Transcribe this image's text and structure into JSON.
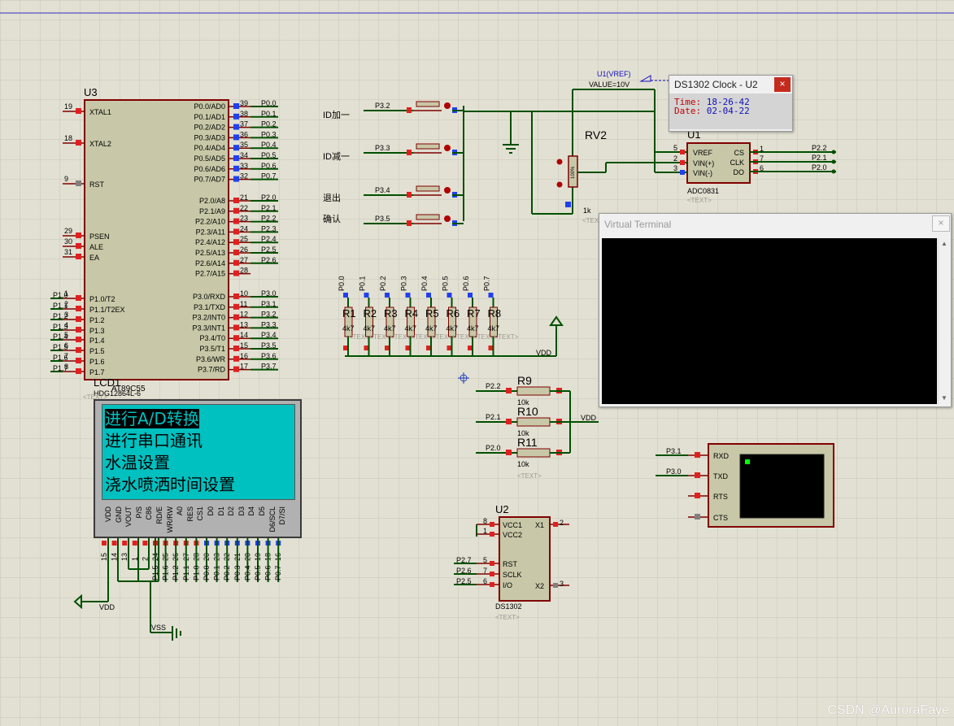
{
  "u3": {
    "ref": "U3",
    "part": "AT89C55",
    "left_pins": [
      {
        "num": "19",
        "name": "XTAL1"
      },
      {
        "num": "18",
        "name": "XTAL2"
      },
      {
        "num": "9",
        "name": "RST"
      },
      {
        "num": "29",
        "name": "PSEN"
      },
      {
        "num": "30",
        "name": "ALE"
      },
      {
        "num": "31",
        "name": "EA"
      },
      {
        "num": "1",
        "name": "P1.0/T2",
        "net": "P1.0"
      },
      {
        "num": "2",
        "name": "P1.1/T2EX",
        "net": "P1.1"
      },
      {
        "num": "3",
        "name": "P1.2",
        "net": "P1.2"
      },
      {
        "num": "4",
        "name": "P1.3",
        "net": "P1.3"
      },
      {
        "num": "5",
        "name": "P1.4",
        "net": "P1.4"
      },
      {
        "num": "6",
        "name": "P1.5",
        "net": "P1.5"
      },
      {
        "num": "7",
        "name": "P1.6",
        "net": "P1.6"
      },
      {
        "num": "8",
        "name": "P1.7",
        "net": "P1.7"
      }
    ],
    "right_pins": [
      {
        "num": "39",
        "name": "P0.0/AD0",
        "net": "P0.0"
      },
      {
        "num": "38",
        "name": "P0.1/AD1",
        "net": "P0.1"
      },
      {
        "num": "37",
        "name": "P0.2/AD2",
        "net": "P0.2"
      },
      {
        "num": "36",
        "name": "P0.3/AD3",
        "net": "P0.3"
      },
      {
        "num": "35",
        "name": "P0.4/AD4",
        "net": "P0.4"
      },
      {
        "num": "34",
        "name": "P0.5/AD5",
        "net": "P0.5"
      },
      {
        "num": "33",
        "name": "P0.6/AD6",
        "net": "P0.6"
      },
      {
        "num": "32",
        "name": "P0.7/AD7",
        "net": "P0.7"
      },
      {
        "num": "21",
        "name": "P2.0/A8",
        "net": "P2.0"
      },
      {
        "num": "22",
        "name": "P2.1/A9",
        "net": "P2.1"
      },
      {
        "num": "23",
        "name": "P2.2/A10",
        "net": "P2.2"
      },
      {
        "num": "24",
        "name": "P2.3/A11",
        "net": "P2.3"
      },
      {
        "num": "25",
        "name": "P2.4/A12",
        "net": "P2.4"
      },
      {
        "num": "26",
        "name": "P2.5/A13",
        "net": "P2.5"
      },
      {
        "num": "27",
        "name": "P2.6/A14",
        "net": "P2.6"
      },
      {
        "num": "28",
        "name": "P2.7/A15",
        "net": ""
      },
      {
        "num": "10",
        "name": "P3.0/RXD",
        "net": "P3.0"
      },
      {
        "num": "11",
        "name": "P3.1/TXD",
        "net": "P3.1"
      },
      {
        "num": "12",
        "name": "P3.2/INT0",
        "net": "P3.2"
      },
      {
        "num": "13",
        "name": "P3.3/INT1",
        "net": "P3.3"
      },
      {
        "num": "14",
        "name": "P3.4/T0",
        "net": "P3.4"
      },
      {
        "num": "15",
        "name": "P3.5/T1",
        "net": "P3.5"
      },
      {
        "num": "16",
        "name": "P3.6/WR",
        "net": "P3.6"
      },
      {
        "num": "17",
        "name": "P3.7/RD",
        "net": "P3.7"
      }
    ]
  },
  "buttons": [
    {
      "label": "ID加一",
      "net": "P3.2"
    },
    {
      "label": "ID减一",
      "net": "P3.3"
    },
    {
      "label": "退出",
      "net": "P3.4"
    },
    {
      "label": "确认",
      "net": "P3.5"
    }
  ],
  "pullups": {
    "refs": [
      "R1",
      "R2",
      "R3",
      "R4",
      "R5",
      "R6",
      "R7",
      "R8"
    ],
    "nets": [
      "P0.0",
      "P0.1",
      "P0.2",
      "P0.3",
      "P0.4",
      "P0.5",
      "P0.6",
      "P0.7"
    ],
    "value": "4k7",
    "text_tag": "<TEXT>",
    "supply": "VDD"
  },
  "rv2": {
    "ref": "RV2",
    "value": "1k",
    "pct": "100%",
    "text_tag": "<TEX"
  },
  "adc": {
    "ref": "U1",
    "part": "ADC0831",
    "text_tag": "<TEXT>",
    "probe_name": "U1(VREF)",
    "probe_value": "VALUE=10V",
    "pins": [
      {
        "num": "5",
        "name": "VREF"
      },
      {
        "num": "2",
        "name": "VIN(+)"
      },
      {
        "num": "3",
        "name": "VIN(-)"
      },
      {
        "num": "1",
        "name": "CS",
        "net": "P2.2"
      },
      {
        "num": "7",
        "name": "CLK",
        "net": "P2.1"
      },
      {
        "num": "6",
        "name": "DO",
        "net": "P2.0"
      }
    ]
  },
  "resistors_r9_r11": [
    {
      "ref": "R9",
      "value": "10k",
      "net": "P2.2"
    },
    {
      "ref": "R10",
      "value": "10k",
      "net": "P2.1"
    },
    {
      "ref": "R11",
      "value": "10k",
      "net": "P2.0"
    }
  ],
  "r_text_tag": "<TEXT>",
  "r_supply": "VDD",
  "ds1302": {
    "ref": "U2",
    "part": "DS1302",
    "text_tag": "<TEXT>",
    "pins": [
      {
        "num": "8",
        "name": "VCC1"
      },
      {
        "num": "1",
        "name": "VCC2"
      },
      {
        "num": "2",
        "name": "X1"
      },
      {
        "num": "5",
        "name": "RST",
        "net": "P2.7"
      },
      {
        "num": "7",
        "name": "SCLK",
        "net": "P2.6"
      },
      {
        "num": "6",
        "name": "I/O",
        "net": "P2.5"
      },
      {
        "num": "3",
        "name": "X2"
      }
    ]
  },
  "uart": {
    "pins": [
      {
        "name": "RXD",
        "net": "P3.1"
      },
      {
        "name": "TXD",
        "net": "P3.0"
      },
      {
        "name": "RTS"
      },
      {
        "name": "CTS"
      }
    ]
  },
  "lcd": {
    "ref": "LCD1",
    "part": "HDG12864L-6",
    "text_tag": "<TEXT>",
    "lines": [
      {
        "text": "进行A/D转换",
        "selected": true
      },
      {
        "text": "进行串口通讯",
        "selected": false
      },
      {
        "text": "水温设置",
        "selected": false
      },
      {
        "text": "浇水喷洒时间设置",
        "selected": false
      }
    ],
    "pin_names": [
      "VDD",
      "GND",
      "VOUT",
      "P/S",
      "C86",
      "RD/E",
      "WR/RW",
      "A0",
      "RES",
      "CS1",
      "D0",
      "D1",
      "D2",
      "D3",
      "D4",
      "D5",
      "D6/SCL",
      "D7/SI"
    ],
    "pin_nums": [
      "15",
      "14",
      "13",
      "1",
      "2",
      "24",
      "25",
      "26",
      "27",
      "28",
      "20",
      "23",
      "22",
      "21",
      "20",
      "19",
      "18",
      "16"
    ],
    "pin_nets": [
      "",
      "",
      "",
      "",
      "",
      "P1.5",
      "P1.6",
      "P1.2",
      "P1.1",
      "P1.0",
      "P0.0",
      "P0.1",
      "P0.2",
      "P0.3",
      "P0.4",
      "P0.5",
      "P0.6",
      "P0.7"
    ],
    "vdd": "VDD",
    "vss": "VSS"
  },
  "clock_window": {
    "title": "DS1302 Clock - U2",
    "close": "×",
    "time_label": "Time:",
    "time_value": "18-26-42",
    "date_label": "Date:",
    "date_value": "02-04-22"
  },
  "terminal_window": {
    "title": "Virtual Terminal",
    "close": "×"
  },
  "watermark": "CSDN @AuroraFaye",
  "colors": {
    "background": "#e2e0d2",
    "grid": "#c8c6b8",
    "wire": "#005000",
    "body": "#c8c8a8",
    "outline": "#800000",
    "pin_red": "#e02020",
    "pin_blue": "#2040f0",
    "pin_gray": "#808080"
  }
}
